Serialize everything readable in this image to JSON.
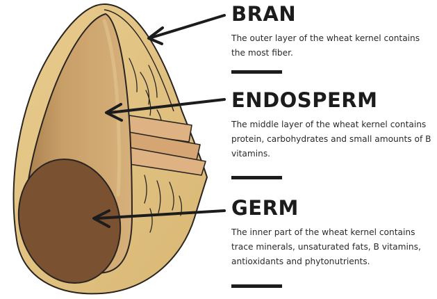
{
  "sections": [
    {
      "heading": "BRAN",
      "description": "The outer layer of the wheat kernel contains the most fiber."
    },
    {
      "heading": "ENDOSPERM",
      "description": "The middle layer of the wheat kernel contains protein, carbohydrates and small amounts of B vitamins."
    },
    {
      "heading": "GERM",
      "description": "The inner part of the wheat kernel contains trace minerals, unsaturated fats, B vitamins, antioxidants and phytonutrients."
    }
  ],
  "colors": {
    "bran": "#dfc07f",
    "endosperm": "#c89f68",
    "germ": "#7a5232",
    "layers": "#d8a878",
    "outline": "#2a2420",
    "text": "#1c1c1c"
  },
  "icons": [
    "bran-arrow-icon",
    "endosperm-arrow-icon",
    "germ-arrow-icon"
  ]
}
